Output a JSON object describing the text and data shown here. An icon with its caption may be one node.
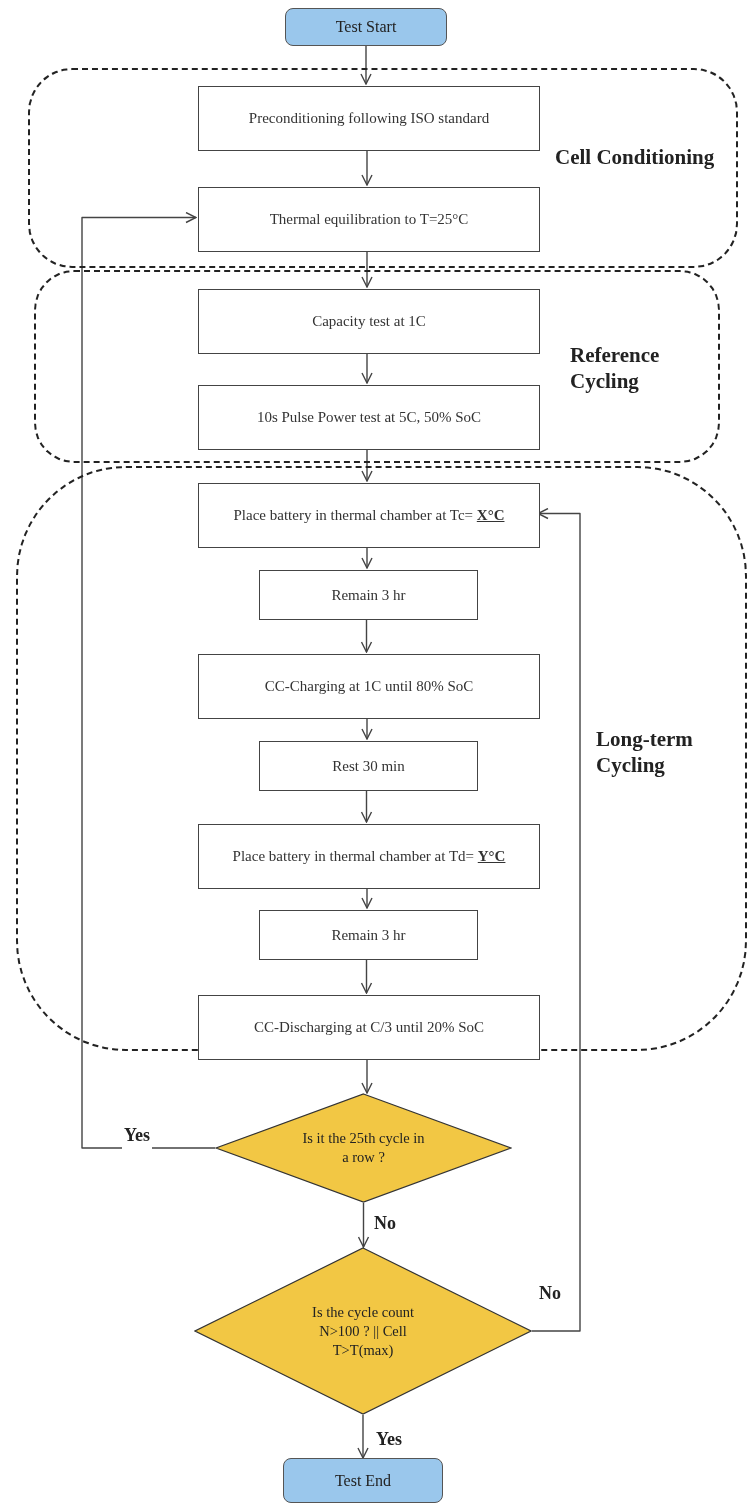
{
  "diagram": {
    "nodes": [
      {
        "text": [
          "Test Start"
        ]
      },
      {
        "text": [
          "Cell Conditioning"
        ]
      },
      {
        "text": [
          "Preconditioning following ISO standard"
        ],
        "in": 1
      },
      {
        "text": [
          "Thermal equilibration to T=25°C"
        ],
        "in": 1
      },
      {
        "text": [
          "Reference Cycling"
        ]
      },
      {
        "text": [
          "Capacity test at 1C"
        ],
        "in": 4
      },
      {
        "text": [
          "10s Pulse Power test at 5C, 50% SoC"
        ],
        "in": 4
      },
      {
        "text": [
          "Long-term Cycling"
        ]
      },
      {
        "text": [
          "Place battery in thermal chamber at Tc= **X°C**"
        ],
        "in": 7
      },
      {
        "text": [
          "Remain 3 hr"
        ],
        "in": 7
      },
      {
        "text": [
          "CC-Charging at 1C until 80% SoC"
        ],
        "in": 7
      },
      {
        "text": [
          "Rest 30 min"
        ],
        "in": 7
      },
      {
        "text": [
          "Place battery in thermal chamber at Td= **Y°C**"
        ],
        "in": 7
      },
      {
        "text": [
          "Remain 3 hr"
        ],
        "in": 7
      },
      {
        "text": [
          "CC-Discharging at C/3 until 20% SoC"
        ],
        "in": 7
      },
      {
        "text": [
          "Is it the 25th cycle in a row ?"
        ]
      },
      {
        "text": [
          "Is the cycle count N>100 ? || Cell T>T(max)"
        ]
      },
      {
        "text": [
          "Test End"
        ]
      }
    ],
    "edges": [
      {
        "from": 0,
        "to": 2,
        "arrow": "to"
      },
      {
        "from": 2,
        "to": 3,
        "arrow": "to"
      },
      {
        "from": 3,
        "to": 5,
        "arrow": "to"
      },
      {
        "from": 5,
        "to": 6,
        "arrow": "to"
      },
      {
        "from": 6,
        "to": 8,
        "arrow": "to"
      },
      {
        "from": 8,
        "to": 9,
        "arrow": "to"
      },
      {
        "from": 9,
        "to": 10,
        "arrow": "to"
      },
      {
        "from": 10,
        "to": 11,
        "arrow": "to"
      },
      {
        "from": 11,
        "to": 12,
        "arrow": "to"
      },
      {
        "from": 12,
        "to": 13,
        "arrow": "to"
      },
      {
        "from": 13,
        "to": 14,
        "arrow": "to"
      },
      {
        "from": 14,
        "to": 15,
        "arrow": "to"
      },
      {
        "from": 15,
        "to": 3,
        "label": "Yes",
        "arrow": "to"
      },
      {
        "from": 15,
        "to": 16,
        "label": "No",
        "arrow": "to"
      },
      {
        "from": 16,
        "to": 8,
        "label": "No",
        "arrow": "to"
      },
      {
        "from": 16,
        "to": 17,
        "label": "Yes",
        "arrow": "to"
      }
    ]
  }
}
